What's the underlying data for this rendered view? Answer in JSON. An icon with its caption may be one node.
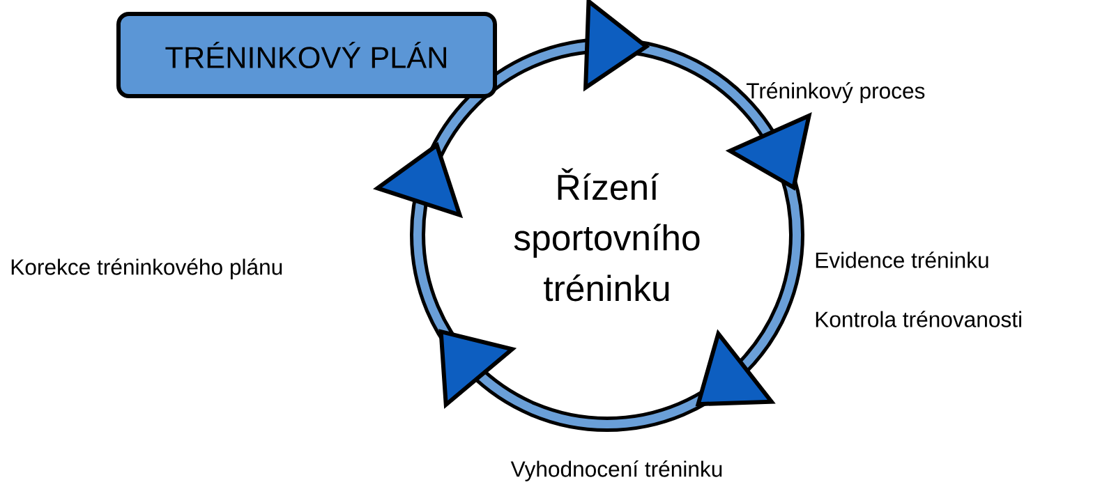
{
  "diagram": {
    "nodes": [
      {
        "text": [
          "TRÉNINKOVÝ PLÁN"
        ]
      },
      {
        "text": [
          "Řízení sportovního tréninku"
        ]
      }
    ],
    "labels": [
      "Tréninkový proces",
      "Evidence tréninku",
      "Kontrola trénovanosti",
      "Vyhodnocení tréninku",
      "Korekce tréninkového plánu"
    ]
  }
}
